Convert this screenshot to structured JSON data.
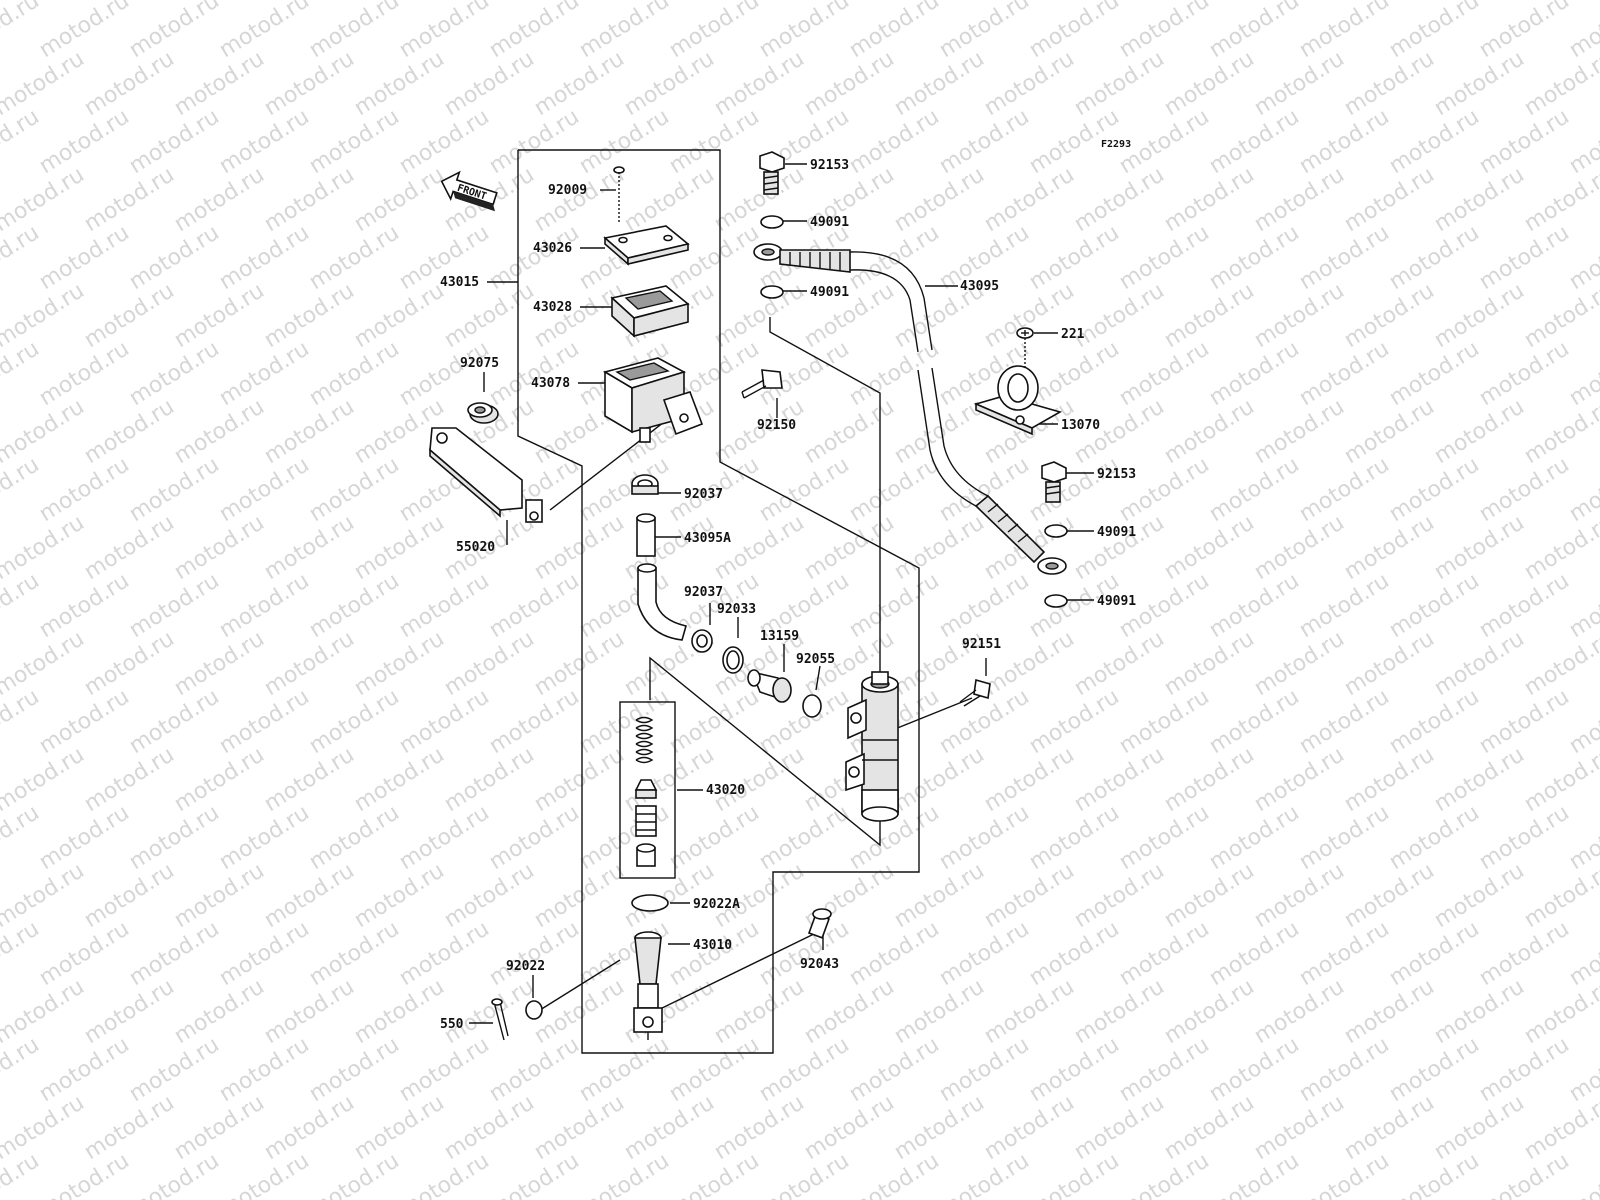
{
  "watermark": "motod.ru",
  "figure_code": "F2293",
  "front_label": "FRONT",
  "parts": {
    "p92009": "92009",
    "p43026": "43026",
    "p43028": "43028",
    "p43015": "43015",
    "p92075": "92075",
    "p43078": "43078",
    "p55020": "55020",
    "p92150": "92150",
    "p92037a": "92037",
    "p43095a": "43095A",
    "p92037b": "92037",
    "p92033": "92033",
    "p13159": "13159",
    "p92055": "92055",
    "p43020": "43020",
    "p92022a": "92022A",
    "p43010": "43010",
    "p92022": "92022",
    "p550": "550",
    "p92043": "92043",
    "p92153a": "92153",
    "p49091a": "49091",
    "p49091b": "49091",
    "p43095": "43095",
    "p221": "221",
    "p13070": "13070",
    "p92153b": "92153",
    "p49091c": "49091",
    "p49091d": "49091",
    "p92151": "92151"
  }
}
